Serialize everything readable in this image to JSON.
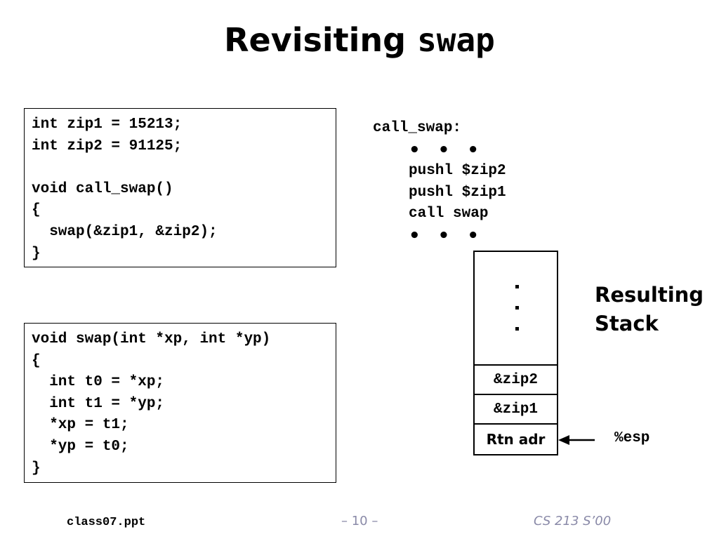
{
  "slide": {
    "title_text": "Revisiting ",
    "title_code": "swap"
  },
  "code_box_1": {
    "lines": [
      "int zip1 = 15213;",
      "int zip2 = 91125;",
      "",
      "void call_swap()",
      "{",
      "  swap(&zip1, &zip2);",
      "}"
    ]
  },
  "code_box_2": {
    "lines": [
      "void swap(int *xp, int *yp)",
      "{",
      "  int t0 = *xp;",
      "  int t1 = *yp;",
      "  *xp = t1;",
      "  *yp = t0;",
      "}"
    ]
  },
  "assembly": {
    "label": "call_swap:",
    "ellipsis": "• • •",
    "instr_1": "pushl $zip2",
    "instr_2": "pushl $zip1",
    "instr_3": "call swap"
  },
  "stack": {
    "cell_1": "&zip2",
    "cell_2": "&zip1",
    "cell_3": "Rtn adr",
    "label_line_1": "Resulting",
    "label_line_2": "Stack",
    "pointer_label": "%esp"
  },
  "footer": {
    "left": "class07.ppt",
    "center": "– 10 –",
    "right": "CS 213 S’00"
  }
}
